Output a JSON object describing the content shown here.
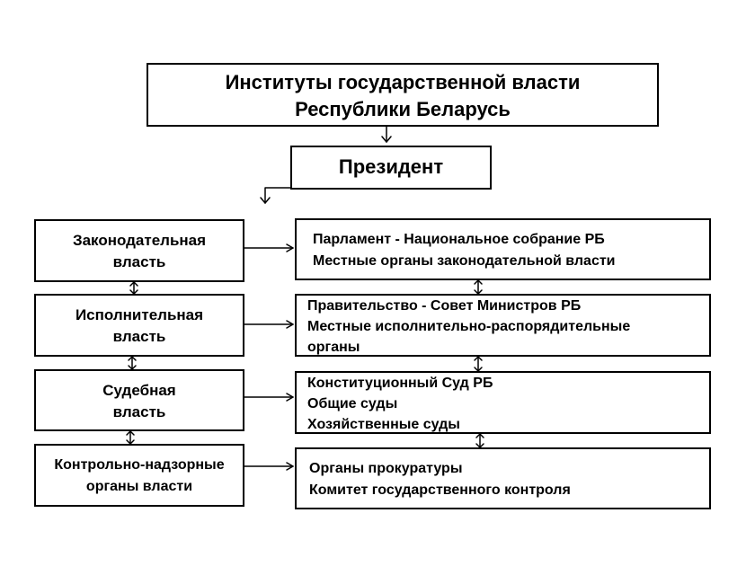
{
  "title": {
    "line1": "Институты государственной власти",
    "line2": "Республики Беларусь"
  },
  "president": {
    "label": "Президент"
  },
  "branches": [
    {
      "key": "legislative",
      "lines": [
        "Законодательная",
        "власть"
      ],
      "organs": [
        "Парламент - Национальное собрание РБ",
        "Местные органы законодательной власти"
      ]
    },
    {
      "key": "executive",
      "lines": [
        "Исполнительная",
        "власть"
      ],
      "organs": [
        "Правительство - Совет Министров РБ",
        "Местные исполнительно-распорядительные",
        "органы"
      ]
    },
    {
      "key": "judicial",
      "lines": [
        "Судебная",
        "власть"
      ],
      "organs": [
        "Конституционный Суд РБ",
        "Общие суды",
        "Хозяйственные суды"
      ]
    },
    {
      "key": "control",
      "lines": [
        "Контрольно-надзорные",
        "органы власти"
      ],
      "organs": [
        "Органы прокуратуры",
        "Комитет государственного контроля"
      ]
    }
  ]
}
